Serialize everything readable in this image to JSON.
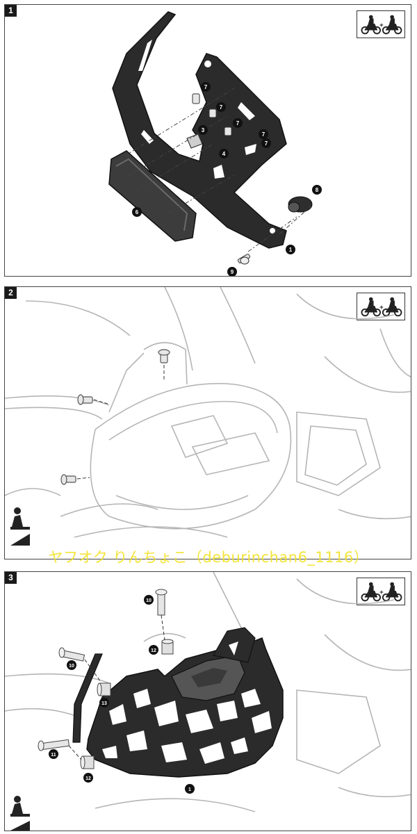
{
  "steps": [
    {
      "number": "1",
      "badge_plus": "+",
      "callouts": {
        "c1": "1",
        "c3": "3",
        "c4": "4",
        "c6": "6",
        "c7a": "7",
        "c7b": "7",
        "c7c": "7",
        "c7d": "7",
        "c7e": "7",
        "c8": "8",
        "c9": "9"
      }
    },
    {
      "number": "2",
      "badge_plus": "+"
    },
    {
      "number": "3",
      "badge_plus": "+",
      "callouts": {
        "c1": "1",
        "c10a": "10",
        "c10b": "10",
        "c11": "11",
        "c12a": "12",
        "c12b": "12",
        "c13": "13"
      }
    }
  ],
  "watermark": "ヤフオク りんちょこ（deburinchan6_1116）",
  "icons": {
    "badge": "two-motorcycles-icon",
    "step2_corner": "rider-stand-icon",
    "step3_corner": "rider-stand-icon"
  },
  "colors": {
    "part_dark": "#2b2b2b",
    "outline_gray": "#b5b5b5",
    "watermark": "#f2e22a"
  }
}
